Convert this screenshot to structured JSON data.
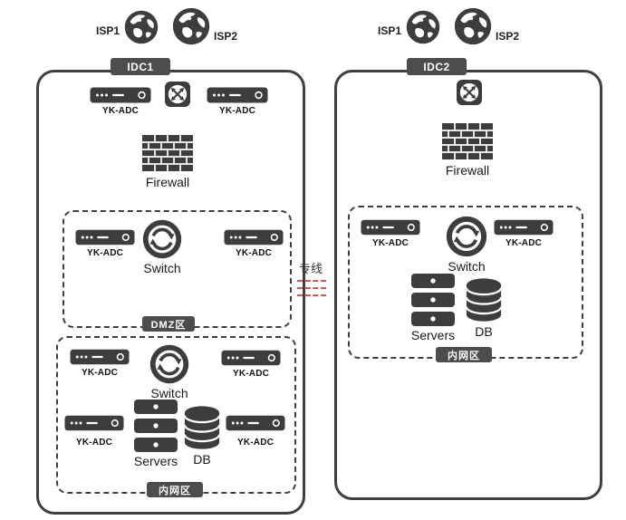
{
  "labels": {
    "isp1": "ISP1",
    "isp2": "ISP2",
    "idc1": "IDC1",
    "idc2": "IDC2",
    "yk_adc": "YK-ADC",
    "firewall": "Firewall",
    "switch": "Switch",
    "servers": "Servers",
    "db": "DB",
    "dmz_zone": "DMZ区",
    "intranet_zone": "内网区",
    "dedicated_line": "专线"
  },
  "colors": {
    "device_dark": "#3d3d3d",
    "badge_background": "#4d4d4d",
    "zone_border": "#3f3f3f",
    "dedicated_line_red": "#d65151",
    "text_dark": "#1a1a1a",
    "canvas_background": "#ffffff"
  },
  "structure": {
    "idc1": {
      "title": "IDC1",
      "uplinks": [
        "ISP1",
        "ISP2"
      ],
      "edge_devices": [
        "YK-ADC",
        "YK-ADC"
      ],
      "firewall": "Firewall",
      "zones": [
        {
          "name": "DMZ区",
          "devices": [
            "YK-ADC",
            "Switch",
            "YK-ADC"
          ]
        },
        {
          "name": "内网区",
          "devices": [
            "YK-ADC",
            "Switch",
            "YK-ADC",
            "YK-ADC",
            "Servers",
            "DB",
            "YK-ADC"
          ]
        }
      ]
    },
    "idc2": {
      "title": "IDC2",
      "uplinks": [
        "ISP1",
        "ISP2"
      ],
      "firewall": "Firewall",
      "zones": [
        {
          "name": "内网区",
          "devices": [
            "YK-ADC",
            "Switch",
            "YK-ADC",
            "Servers",
            "DB"
          ]
        }
      ]
    },
    "interconnect": {
      "label": "专线",
      "style": "red-dashed"
    }
  }
}
